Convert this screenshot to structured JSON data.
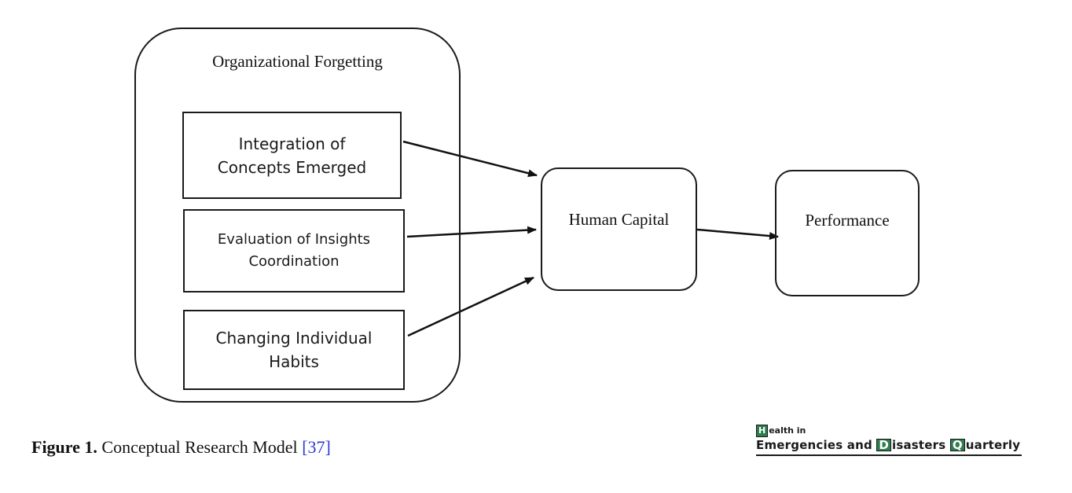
{
  "diagram": {
    "group_title": "Organizational Forgetting",
    "boxes": [
      {
        "id": "integration",
        "lines": [
          "Integration of",
          "Concepts Emerged"
        ]
      },
      {
        "id": "evaluation",
        "lines": [
          "Evaluation of Insights",
          "Coordination"
        ]
      },
      {
        "id": "habits",
        "lines": [
          "Changing Individual",
          "Habits"
        ]
      }
    ],
    "human_capital": "Human Capital",
    "performance": "Performance",
    "edges": [
      {
        "from": "integration",
        "to": "Human Capital"
      },
      {
        "from": "evaluation",
        "to": "Human Capital"
      },
      {
        "from": "habits",
        "to": "Human Capital"
      },
      {
        "from": "Human Capital",
        "to": "Performance"
      }
    ]
  },
  "caption": {
    "label": "Figure 1.",
    "text": " Conceptual Research Model ",
    "ref": "[37]"
  },
  "logo": {
    "line1_cap": "H",
    "line1_rest": "ealth in",
    "line2": [
      {
        "text": "Emergencies and ",
        "cap": false
      },
      {
        "text": "D",
        "cap": true
      },
      {
        "text": "isasters ",
        "cap": false
      },
      {
        "text": "Q",
        "cap": true
      },
      {
        "text": "uarterly",
        "cap": false
      }
    ],
    "accent_color": "#2e7d4f"
  }
}
